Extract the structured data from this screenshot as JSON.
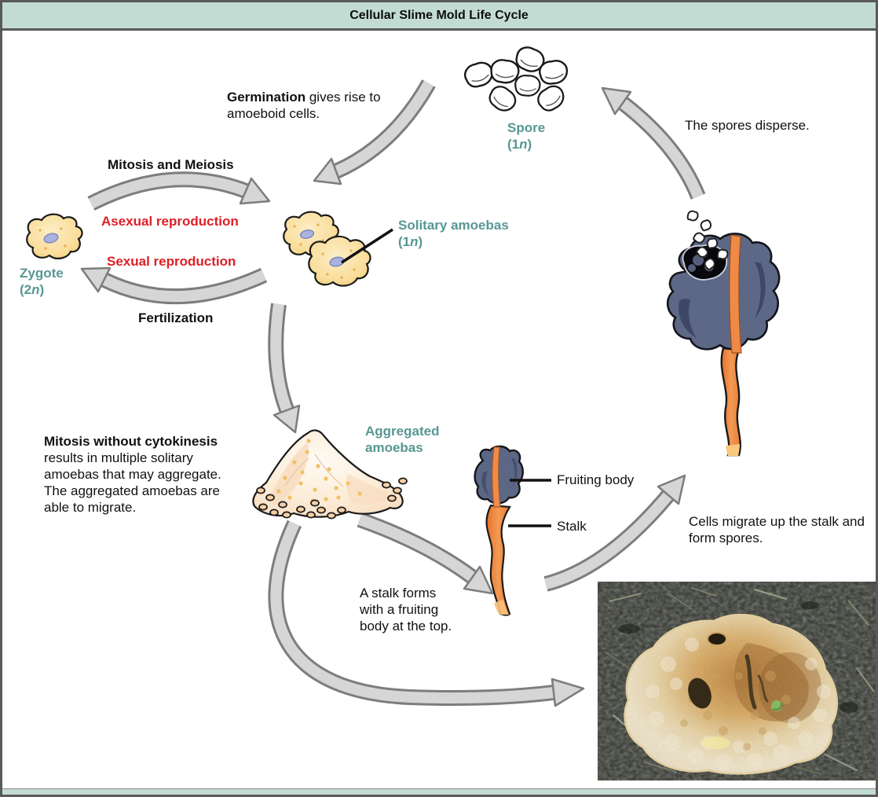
{
  "title_bar": {
    "title": "Cellular Slime Mold Life Cycle"
  },
  "colors": {
    "title_bg": "#c3dcd3",
    "teal_label": "#579793",
    "red_label": "#dd2027",
    "arrow_fill": "#d6d6d6",
    "arrow_outline": "#7d7d7d"
  },
  "stages": {
    "spore": {
      "name": "Spore",
      "ploidy_open": "(1",
      "ploidy_n": "n",
      "ploidy_close": ")"
    },
    "solitary": {
      "name": "Solitary amoebas",
      "ploidy_open": "(1",
      "ploidy_n": "n",
      "ploidy_close": ")"
    },
    "zygote": {
      "name": "Zygote",
      "ploidy_open": "(2",
      "ploidy_n": "n",
      "ploidy_close": ")"
    },
    "aggregated": {
      "name_line1": "Aggregated",
      "name_line2": "amoebas"
    },
    "fruiting_body_label": "Fruiting body",
    "stalk_label": "Stalk"
  },
  "annotations": {
    "germination_bold": "Germination",
    "germination_rest": " gives rise to amoeboid cells.",
    "disperse": "The spores disperse.",
    "mitosis_meiosis": "Mitosis and Meiosis",
    "asexual": "Asexual reproduction",
    "sexual": "Sexual reproduction",
    "fertilization": "Fertilization",
    "cytokinesis_bold": "Mitosis without cytokinesis",
    "cytokinesis_rest": " results in multiple solitary amoebas that may aggregate. The aggregated amoebas are able to migrate.",
    "stalk_forms": "A stalk forms with a fruiting body at the top.",
    "migrate": "Cells migrate up the stalk and form spores."
  }
}
